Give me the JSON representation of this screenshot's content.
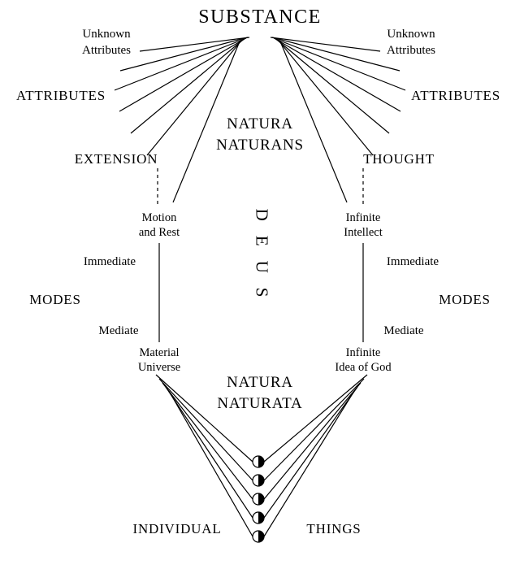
{
  "title": "SUBSTANCE",
  "colors": {
    "ink": "#000000",
    "background": "#ffffff"
  },
  "left": {
    "unknown_attributes": [
      "Unknown",
      "Attributes"
    ],
    "attributes": "ATTRIBUTES",
    "extension": "EXTENSION",
    "mode_top": [
      "Motion",
      "and Rest"
    ],
    "immediate": "Immediate",
    "modes": "MODES",
    "mediate": "Mediate",
    "mode_bottom": [
      "Material",
      "Universe"
    ]
  },
  "right": {
    "unknown_attributes": [
      "Unknown",
      "Attributes"
    ],
    "attributes": "ATTRIBUTES",
    "thought": "THOUGHT",
    "mode_top": [
      "Infinite",
      "Intellect"
    ],
    "immediate": "Immediate",
    "modes": "MODES",
    "mediate": "Mediate",
    "mode_bottom": [
      "Infinite",
      "Idea of God"
    ]
  },
  "center": {
    "natura_naturans": [
      "NATURA",
      "NATURANS"
    ],
    "deus": "DEUS",
    "natura_naturata": [
      "NATURA",
      "NATURATA"
    ]
  },
  "bottom": {
    "individual": "INDIVIDUAL",
    "things": "THINGS"
  }
}
